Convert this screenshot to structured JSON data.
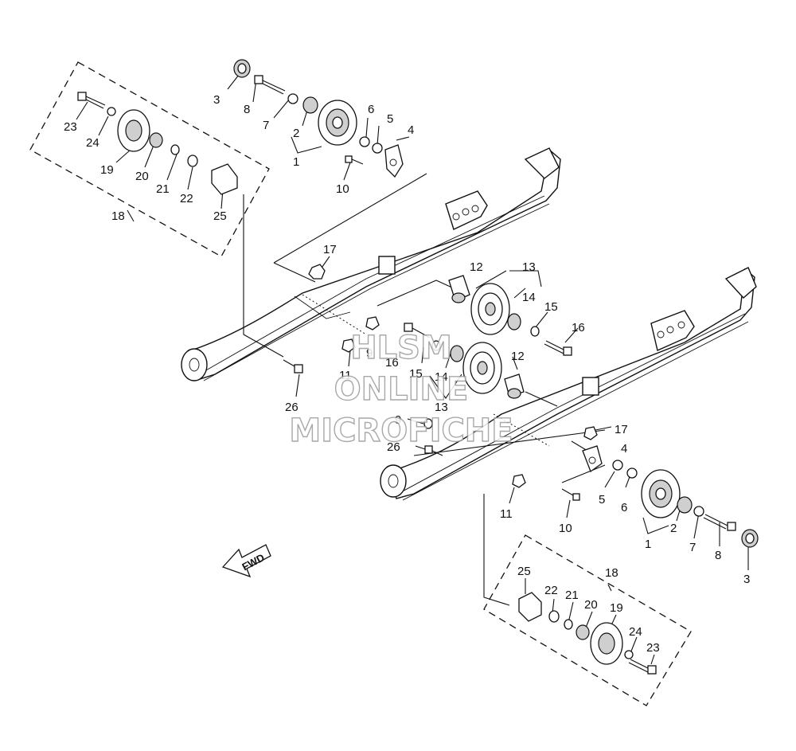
{
  "diagram": {
    "callouts_top": [
      "3",
      "8",
      "7",
      "2",
      "6",
      "5",
      "4",
      "1",
      "10",
      "23",
      "24",
      "19",
      "20",
      "21",
      "22",
      "25",
      "18",
      "17",
      "12",
      "13",
      "14",
      "15",
      "16",
      "11",
      "26",
      "9",
      "16",
      "15",
      "14",
      "13"
    ],
    "callouts_mid": [
      "12",
      "17",
      "4",
      "9",
      "26",
      "5",
      "6",
      "11",
      "10",
      "1",
      "2",
      "7",
      "8",
      "3"
    ],
    "callouts_bottom": [
      "25",
      "18",
      "22",
      "21",
      "20",
      "19",
      "24",
      "23"
    ],
    "direction_label": "FWD",
    "watermark": {
      "line1": "HLSM",
      "line2": "ONLINE",
      "line3": "MICROFICHE"
    }
  }
}
